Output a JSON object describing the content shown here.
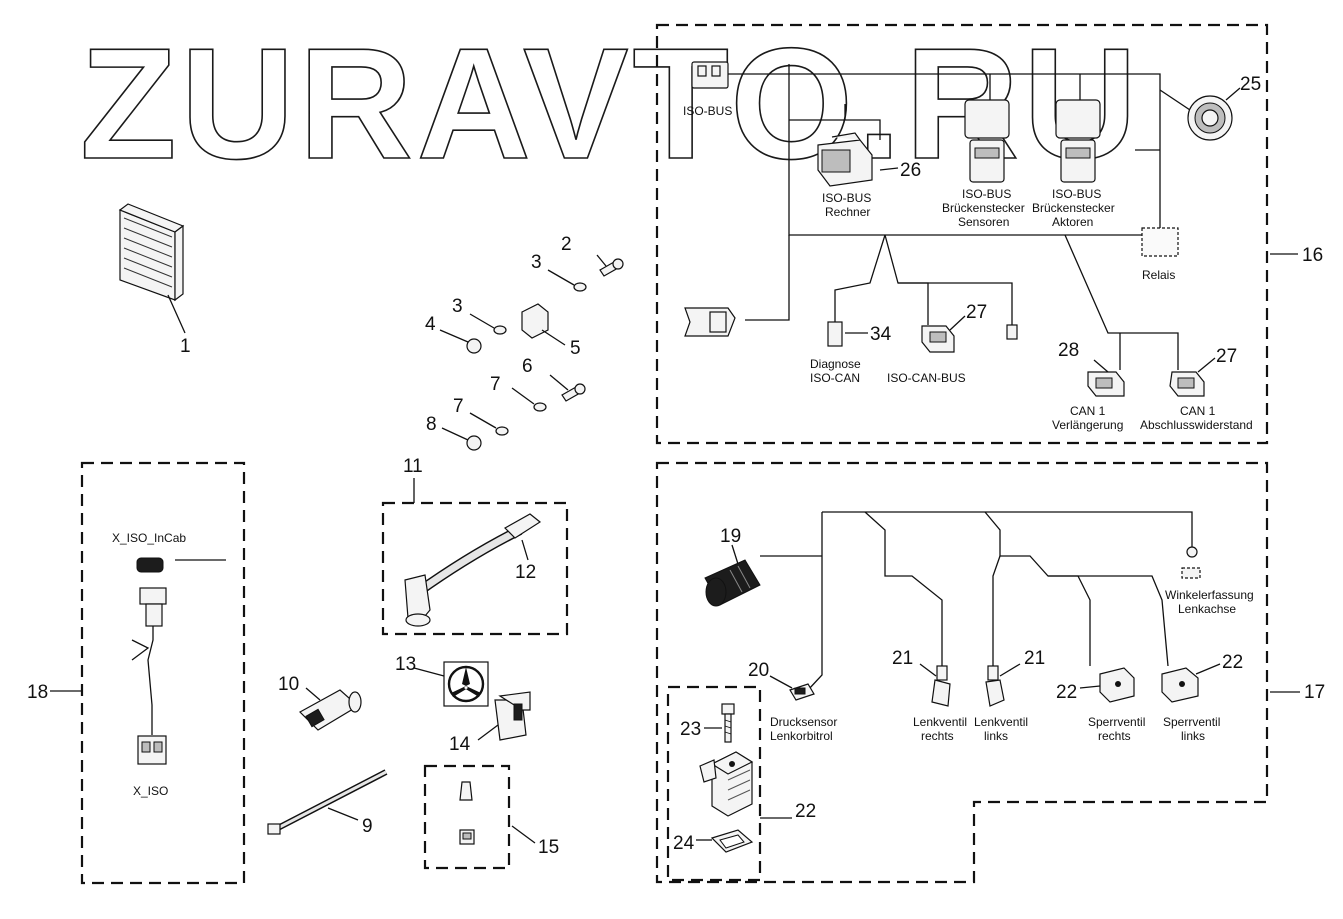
{
  "watermark": "ZURAVTO.RU",
  "callouts": {
    "n1": "1",
    "n2": "2",
    "n3a": "3",
    "n3b": "3",
    "n4": "4",
    "n5": "5",
    "n6": "6",
    "n7a": "7",
    "n7b": "7",
    "n8": "8",
    "n9": "9",
    "n10": "10",
    "n11": "11",
    "n12": "12",
    "n13": "13",
    "n14": "14",
    "n15": "15",
    "n16": "16",
    "n17": "17",
    "n18": "18",
    "n19": "19",
    "n20": "20",
    "n21a": "21",
    "n21b": "21",
    "n22a": "22",
    "n22b": "22",
    "n22c": "22",
    "n23": "23",
    "n24": "24",
    "n25": "25",
    "n26": "26",
    "n27a": "27",
    "n27b": "27",
    "n28": "28",
    "n34": "34"
  },
  "labels": {
    "iso_bus": "ISO-BUS",
    "rechner_1": "ISO-BUS",
    "rechner_2": "Rechner",
    "sens_1": "ISO-BUS",
    "sens_2": "Brückenstecker",
    "sens_3": "Sensoren",
    "akt_1": "ISO-BUS",
    "akt_2": "Brückenstecker",
    "akt_3": "Aktoren",
    "relais": "Relais",
    "diag_1": "Diagnose",
    "diag_2": "ISO-CAN",
    "iso_can_bus": "ISO-CAN-BUS",
    "can_ext_1": "CAN 1",
    "can_ext_2": "Verlängerung",
    "can_term_1": "CAN 1",
    "can_term_2": "Abschlusswiderstand",
    "x_iso_incab": "X_ISO_InCab",
    "x_iso": "X_ISO",
    "winkel_1": "Winkelerfassung",
    "winkel_2": "Lenkachse",
    "druck_1": "Drucksensor",
    "druck_2": "Lenkorbitrol",
    "lr_1": "Lenkventil",
    "lr_2": "rechts",
    "ll_1": "Lenkventil",
    "ll_2": "links",
    "sr_1": "Sperrventil",
    "sr_2": "rechts",
    "sl_1": "Sperrventil",
    "sl_2": "links"
  }
}
